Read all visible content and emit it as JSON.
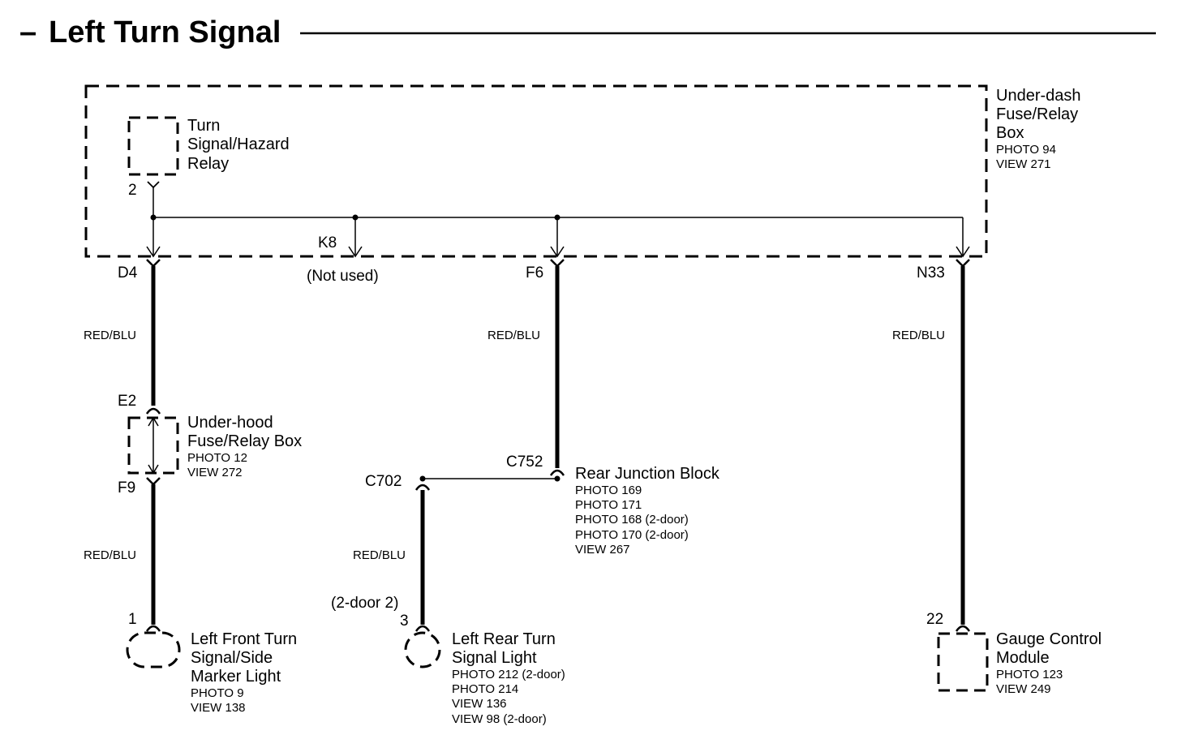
{
  "title": "Left Turn Signal",
  "title_dash": "–",
  "underdash_box": {
    "label": [
      "Under-dash",
      "Fuse/Relay",
      "Box"
    ],
    "photo": "PHOTO 94",
    "view": "VIEW 271"
  },
  "relay": {
    "label": [
      "Turn",
      "Signal/Hazard",
      "Relay"
    ],
    "pin": "2"
  },
  "terminals": {
    "d4": "D4",
    "k8": "K8",
    "k8_note": "(Not used)",
    "f6": "F6",
    "n33": "N33"
  },
  "wire_color": "RED/BLU",
  "underhood_box": {
    "label": [
      "Under-hood",
      "Fuse/Relay Box"
    ],
    "photo": "PHOTO 12",
    "view": "VIEW 272",
    "pin_in": "E2",
    "pin_out": "F9"
  },
  "rear_junction": {
    "connector": "C752",
    "label": "Rear Junction Block",
    "refs": [
      "PHOTO 169",
      "PHOTO 171",
      "PHOTO 168 (2-door)",
      "PHOTO 170 (2-door)",
      "VIEW 267"
    ]
  },
  "c702": "C702",
  "front_light": {
    "pin": "1",
    "label": [
      "Left Front Turn",
      "Signal/Side",
      "Marker Light"
    ],
    "refs": [
      "PHOTO 9",
      "VIEW 138"
    ]
  },
  "rear_light": {
    "pin_note": "(2-door 2)",
    "pin": "3",
    "label": [
      "Left Rear Turn",
      "Signal Light"
    ],
    "refs": [
      "PHOTO 212 (2-door)",
      "PHOTO 214",
      "VIEW 136",
      "VIEW 98 (2-door)"
    ]
  },
  "gauge_module": {
    "pin": "22",
    "label": [
      "Gauge Control",
      "Module"
    ],
    "refs": [
      "PHOTO 123",
      "VIEW 249"
    ]
  }
}
